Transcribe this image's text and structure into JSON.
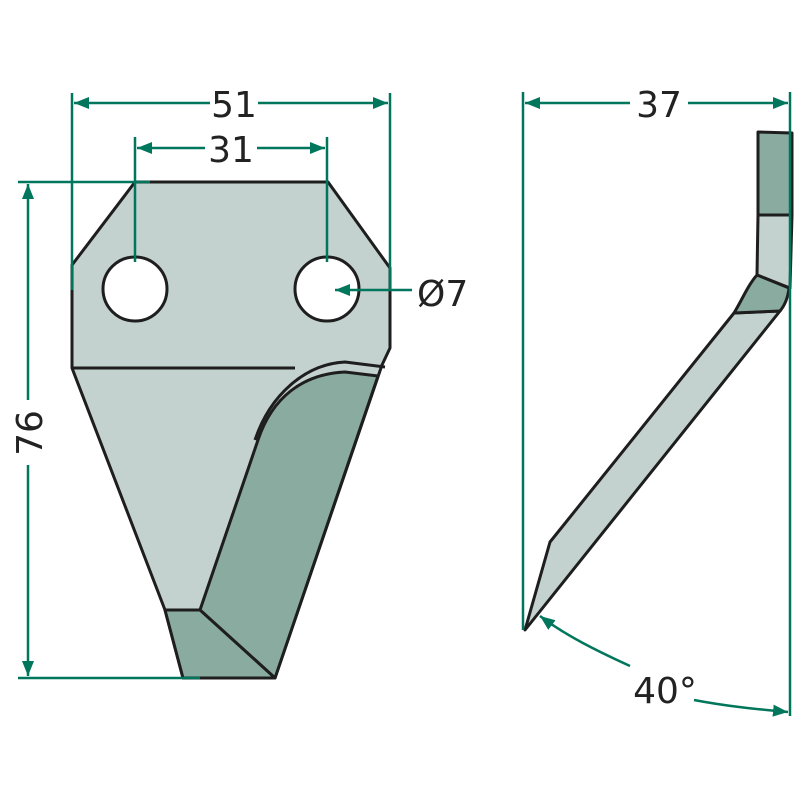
{
  "colors": {
    "light": "#c3d1cf",
    "dark": "#8aaba0",
    "dimension": "#00775c",
    "outline": "#1e1e1e"
  },
  "dimensions": {
    "overall_width": "51",
    "hole_spacing": "31",
    "height": "76",
    "hole_diameter": "Ø7",
    "side_width": "37",
    "angle": "40°"
  }
}
